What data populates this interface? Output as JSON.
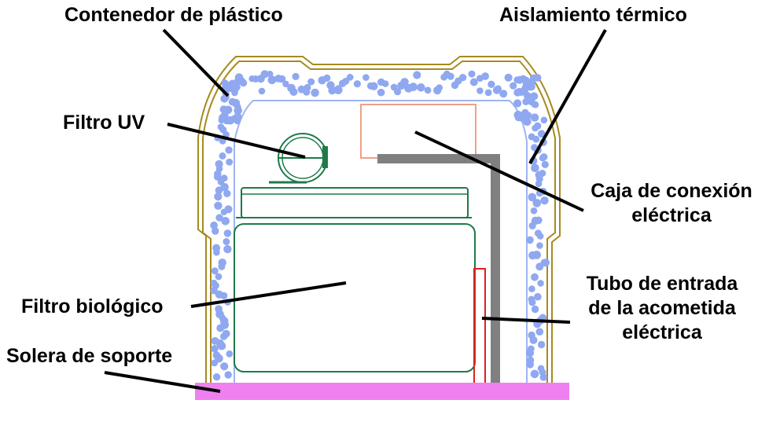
{
  "labels": {
    "container": "Contenedor de plástico",
    "insulation": "Aislamiento térmico",
    "uv_filter": "Filtro UV",
    "junction_box_1": "Caja de conexión",
    "junction_box_2": "eléctrica",
    "bio_filter": "Filtro biológico",
    "inlet_tube_1": "Tubo de entrada",
    "inlet_tube_2": "de la acometida",
    "inlet_tube_3": "eléctrica",
    "base": "Solera de soporte"
  },
  "colors": {
    "container_outline": "#a68a1e",
    "insulation_bead": "#8fa8f0",
    "inner_wall": "#9fb4f2",
    "filter_outline": "#1e7a4a",
    "junction_box": "#f0a088",
    "conduit": "#808080",
    "inlet_tube": "#e02020",
    "base": "#f080f0",
    "leader_line": "#000000"
  }
}
